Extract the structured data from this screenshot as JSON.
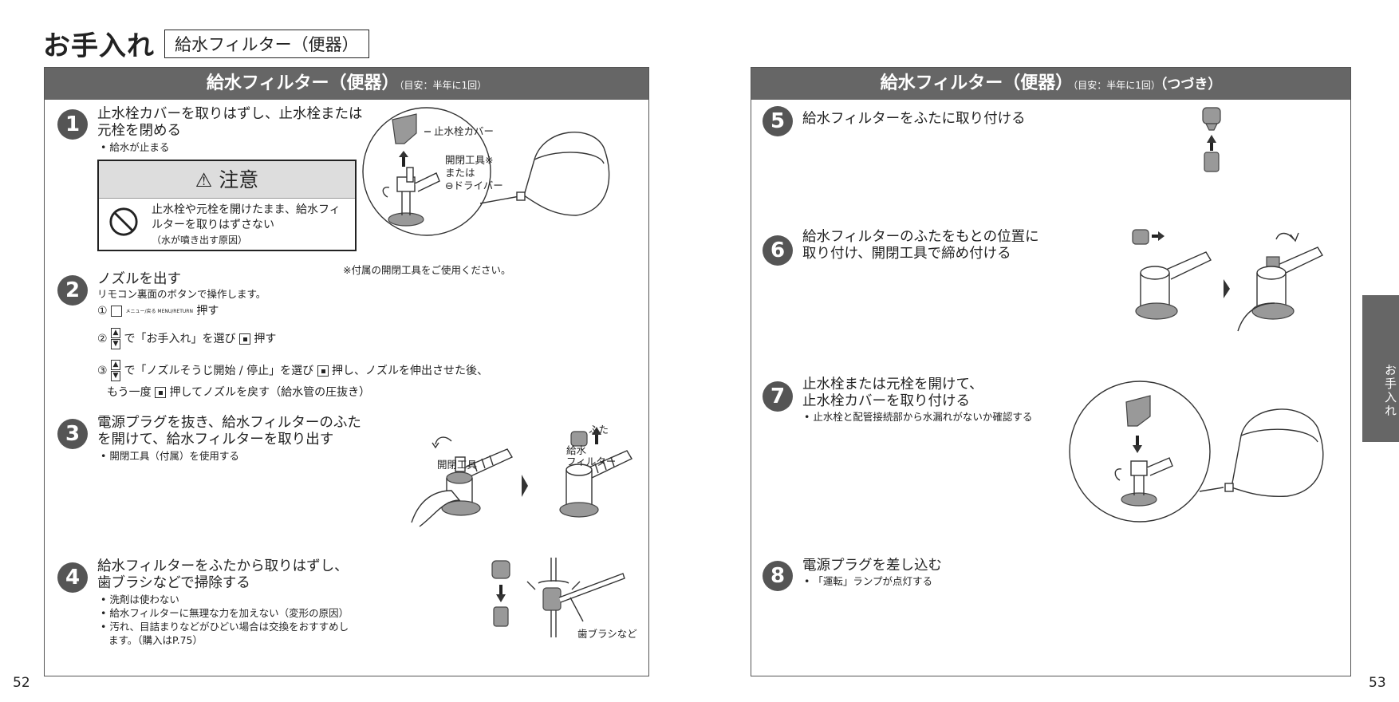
{
  "header": {
    "main": "お手入れ",
    "sub": "給水フィルター（便器）"
  },
  "left_panel": {
    "title": "給水フィルター（便器）",
    "title_note": "（目安：半年に1回）",
    "steps": [
      {
        "num": "1",
        "title1": "止水栓カバーを取りはずし、止水栓または",
        "title2": "元栓を閉める",
        "note": "• 給水が止まる",
        "caution": {
          "heading": "注意",
          "line1": "止水栓や元栓を開けたまま、給水フィ",
          "line2": "ルターを取りはずさない",
          "line3": "（水が噴き出す原因）"
        },
        "fig": {
          "cover": "止水栓カバー",
          "tool1": "開閉工具※",
          "tool2": "または",
          "tool3": "⊖ドライバー"
        },
        "footnote": "※付属の開閉工具をご使用ください。"
      },
      {
        "num": "2",
        "title": "ノズルを出す",
        "note": "リモコン裏面のボタンで操作します。",
        "op1_prefix": "①",
        "op1_key": "メニュー/戻る MENU/RETURN",
        "op1_suffix": "押す",
        "op2_prefix": "②",
        "op2_text": "で「お手入れ」を選び",
        "op2_suffix": "押す",
        "op3_prefix": "③",
        "op3_text": "で「ノズルそうじ開始 / 停止」を選び",
        "op3_suffix": "押し、ノズルを伸出させた後、",
        "op3_line2a": "もう一度",
        "op3_line2b": "押してノズルを戻す（給水管の圧抜き）"
      },
      {
        "num": "3",
        "title1": "電源プラグを抜き、給水フィルターのふた",
        "title2": "を開けて、給水フィルターを取り出す",
        "note": "• 開閉工具（付属）を使用する",
        "fig": {
          "lid": "ふた",
          "filter1": "給水",
          "filter2": "フィルター",
          "tool": "開閉工具"
        }
      },
      {
        "num": "4",
        "title1": "給水フィルターをふたから取りはずし、",
        "title2": "歯ブラシなどで掃除する",
        "note1": "• 洗剤は使わない",
        "note2": "• 給水フィルターに無理な力を加えない（変形の原因）",
        "note3": "• 汚れ、目詰まりなどがひどい場合は交換をおすすめし",
        "note4": "ます。（購入はP.75）",
        "fig": {
          "brush": "歯ブラシなど"
        }
      }
    ]
  },
  "right_panel": {
    "title": "給水フィルター（便器）",
    "title_note": "（目安：半年に1回）",
    "title_cont": "（つづき）",
    "steps": [
      {
        "num": "5",
        "title": "給水フィルターをふたに取り付ける"
      },
      {
        "num": "6",
        "title1": "給水フィルターのふたをもとの位置に",
        "title2": "取り付け、開閉工具で締め付ける"
      },
      {
        "num": "7",
        "title1": "止水栓または元栓を開けて、",
        "title2": "止水栓カバーを取り付ける",
        "note": "• 止水栓と配管接続部から水漏れがないか確認する"
      },
      {
        "num": "8",
        "title": "電源プラグを差し込む",
        "note": "• 「運転」ランプが点灯する"
      }
    ]
  },
  "side_tab": "お手入れ",
  "page_left": "52",
  "page_right": "53"
}
